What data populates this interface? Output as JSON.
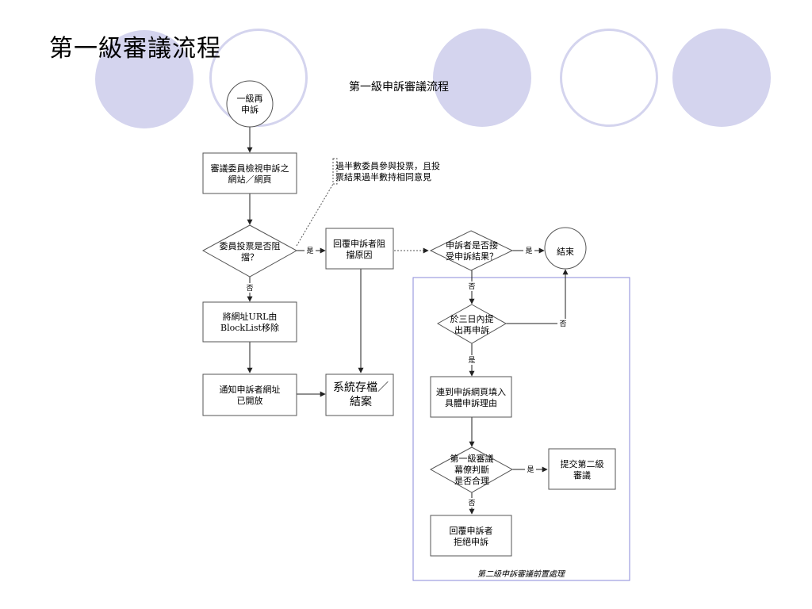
{
  "slide": {
    "title": "第一級審議流程",
    "chart_title": "第一級申訴審議流程"
  },
  "colors": {
    "deco": "#d4d4ee",
    "group_border": "#8a8ad8",
    "group_label": "#3a3ab8"
  },
  "nodes": {
    "start": [
      "一級再",
      "申訴"
    ],
    "review": [
      "審議委員檢視申訴之",
      "網站／網頁"
    ],
    "vote": [
      "委員投票是否阻",
      "擋？"
    ],
    "note": [
      "過半數委員參與投票，且投",
      "票結果過半數持相同意見"
    ],
    "reply_reason": [
      "回覆申訴者阻",
      "擋原因"
    ],
    "accept": [
      "申訴者是否接",
      "受申訴結果？"
    ],
    "end": [
      "結束"
    ],
    "remove": [
      "將網址URL由",
      "BlockList移除"
    ],
    "notify": [
      "通知申訴者網址",
      "已開放"
    ],
    "archive": [
      "系統存檔／",
      "結案"
    ],
    "within3": [
      "於三日內提",
      "出再申訴"
    ],
    "fill_reason": [
      "連到申訴網頁填入",
      "具體申訴理由"
    ],
    "reasonable": [
      "第一級審議",
      "幕僚判斷",
      "是否合理"
    ],
    "submit2": [
      "提交第二級",
      "審議"
    ],
    "reject": [
      "回覆申訴者",
      "拒絕申訴"
    ]
  },
  "edge_labels": {
    "yes": "是",
    "no": "否"
  },
  "group_label": "第二級申訴審議前置處理"
}
